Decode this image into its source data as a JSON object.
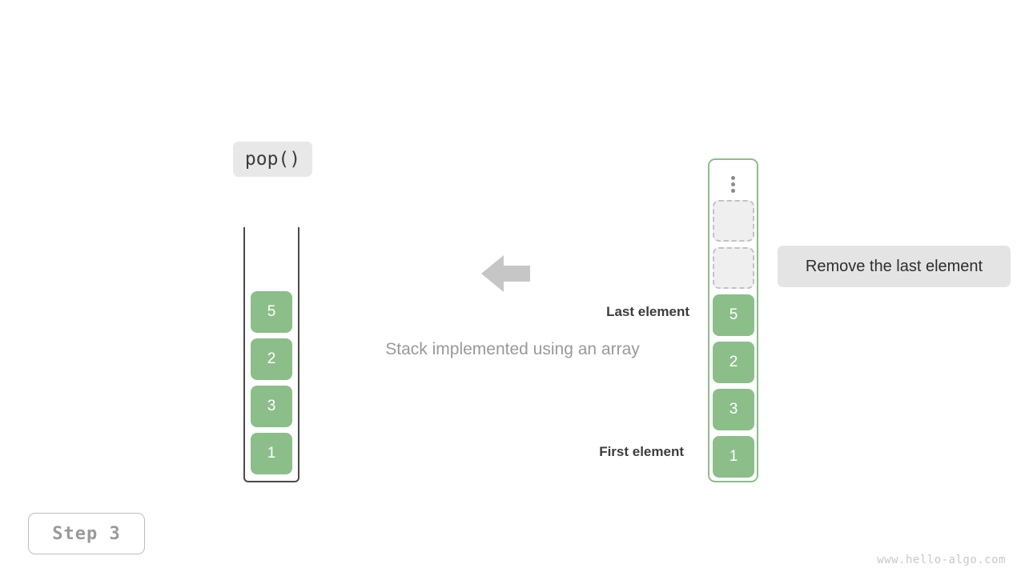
{
  "operation": {
    "label": "pop()"
  },
  "stack": {
    "caption": "Stack implemented using an array",
    "items": [
      {
        "value": "5"
      },
      {
        "value": "2"
      },
      {
        "value": "3"
      },
      {
        "value": "1"
      }
    ]
  },
  "array": {
    "ellipsis_icon": "vertical-ellipsis-icon",
    "empty_slots": 2,
    "items": [
      {
        "value": "5"
      },
      {
        "value": "2"
      },
      {
        "value": "3"
      },
      {
        "value": "1"
      }
    ]
  },
  "labels": {
    "last_element": "Last element",
    "first_element": "First element"
  },
  "callout": {
    "text": "Remove the last element"
  },
  "arrow": {
    "icon": "arrow-left-icon",
    "direction": "left"
  },
  "step": {
    "label": "Step 3"
  },
  "watermark": {
    "text": "www.hello-algo.com"
  },
  "colors": {
    "element_green": "#8cbe8a",
    "container_border": "#4a4a4a",
    "array_border": "#8cbe8a",
    "badge_gray": "#e8e8e8",
    "callout_gray": "#e4e4e4",
    "caption_gray": "#999999",
    "arrow_gray": "#c6c6c6",
    "empty_slot_fill": "#efefef",
    "empty_slot_border": "#c2c2c2"
  }
}
